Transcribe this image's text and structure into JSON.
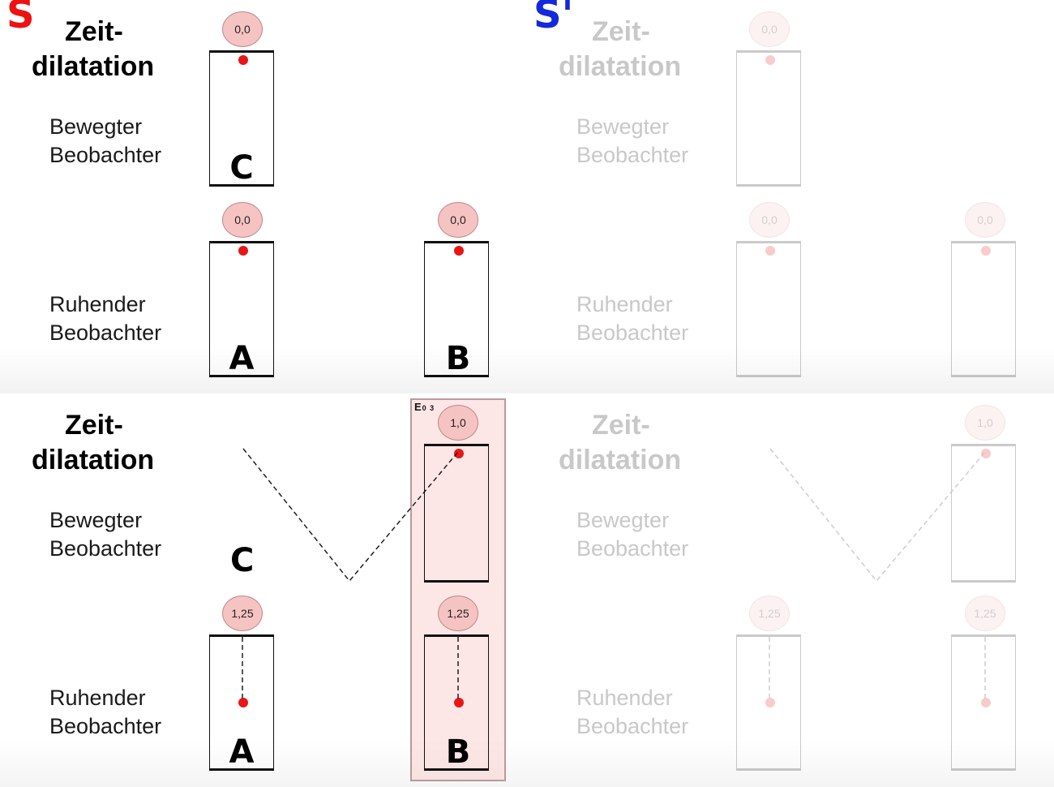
{
  "frames": {
    "left": {
      "symbol": "S",
      "color": "#ee1111"
    },
    "right": {
      "symbol": "S'",
      "color": "#1428dc"
    }
  },
  "title": {
    "line1": "Zeit-",
    "line2": "dilatation"
  },
  "labels": {
    "moving": {
      "line1": "Bewegter",
      "line2": "Beobachter"
    },
    "resting": {
      "line1": "Ruhender",
      "line2": "Beobachter"
    }
  },
  "clocks": {
    "C": "C",
    "A": "A",
    "B": "B"
  },
  "top": {
    "readout_C": "0,0",
    "readout_A": "0,0",
    "readout_B": "0,0"
  },
  "bottom": {
    "readout_C": "1,0",
    "readout_A": "1,25",
    "readout_B": "1,25",
    "event_label": "E",
    "event_sub": "0 3"
  },
  "colors": {
    "accent_red": "#e81616",
    "readout_fill": "#f6c3c3",
    "faded_text": "#c8c8c8",
    "highlight": "#fac8c8"
  }
}
